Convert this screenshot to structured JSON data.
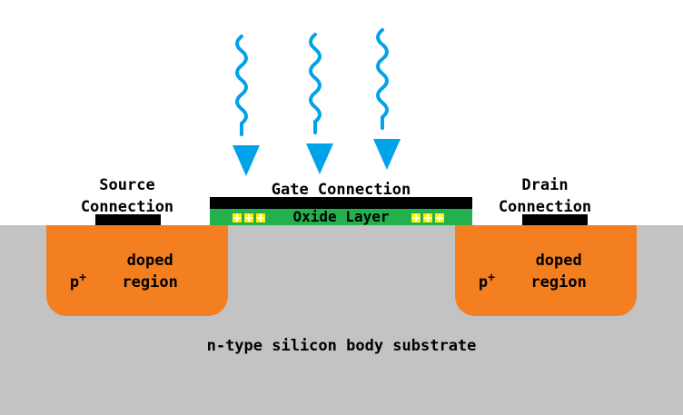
{
  "labels": {
    "source": "Source Connection",
    "gate": "Gate Connection",
    "drain": "Drain Connection",
    "oxide": "Oxide Layer",
    "p_doped_left": "doped region",
    "p_doped_right": "doped region",
    "p_symbol": "p",
    "plus": "+",
    "substrate": "n-type silicon body substrate"
  },
  "colors": {
    "substrate": "#c3c3c3",
    "p_region": "#f47f20",
    "oxide": "#22b14c",
    "contact": "#000000",
    "photon": "#00a2e8",
    "hole": "#fff200"
  },
  "icons": {
    "incident_light": "wavy-down-arrow-icon",
    "holes": "plus-square-icon"
  },
  "counts": {
    "photon_arrows": 3,
    "hole_markers_per_group": 3
  }
}
